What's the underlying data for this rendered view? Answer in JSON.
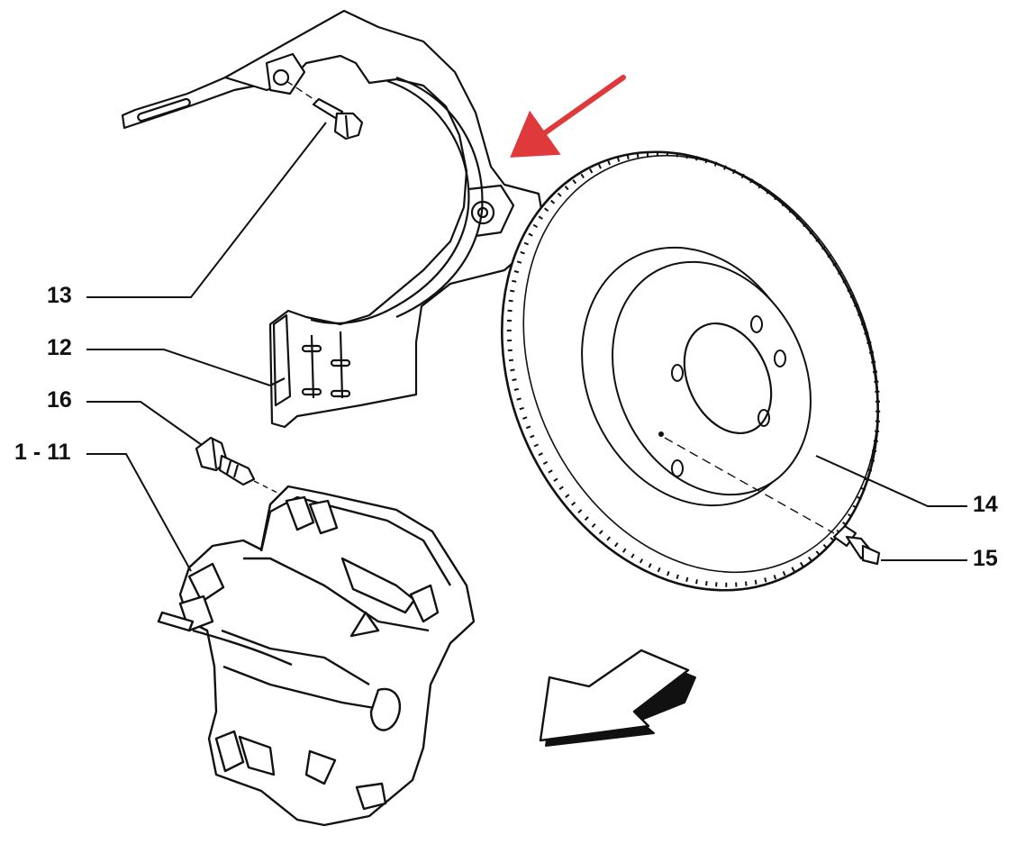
{
  "callouts": {
    "c13": "13",
    "c12": "12",
    "c16": "16",
    "c1_11": "1 - 11",
    "c14": "14",
    "c15": "15"
  },
  "colors": {
    "line": "#111111",
    "pointer_arrow": "#e0393b",
    "background": "#ffffff"
  },
  "icons": {
    "pointer": "red-pointer-arrow",
    "direction": "direction-of-travel-arrow"
  }
}
